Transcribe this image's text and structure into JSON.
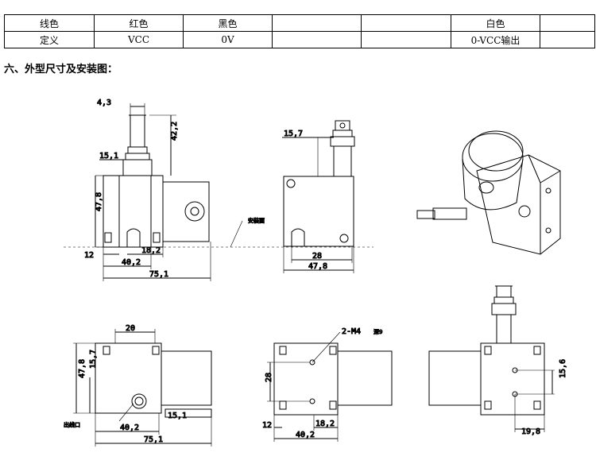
{
  "wire_table": {
    "row1": [
      "线色",
      "红色",
      "黑色",
      "",
      "",
      "白色",
      ""
    ],
    "row2": [
      "定义",
      "VCC",
      "0V",
      "",
      "",
      "0-VCC输出",
      ""
    ]
  },
  "section_heading": "六、外型尺寸及安装图：",
  "dims": {
    "d4_3": "4,3",
    "d42_2": "42,2",
    "d15_1": "15,1",
    "d47_8": "47,8",
    "d12": "12",
    "d18_2": "18,2",
    "d40_2": "40,2",
    "d75_1": "75,1",
    "d15_7": "15,7",
    "d28": "28",
    "d20": "20",
    "d2m4": "2-M4",
    "d2m4_depth": "深9",
    "d15_6": "15,6",
    "d19_8": "19,8"
  },
  "labels": {
    "install_face": "安装面",
    "cable_outlet": "出线口"
  }
}
